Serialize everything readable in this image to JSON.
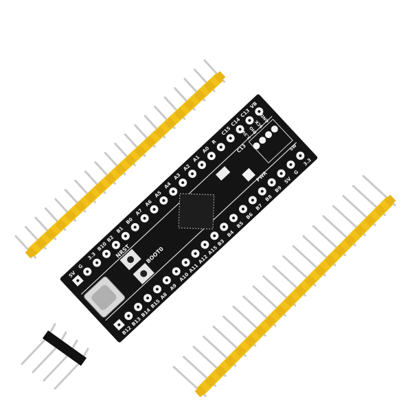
{
  "colors": {
    "board": "#141414",
    "header": "#f2c21b",
    "pin": "#c9c9c9",
    "pad": "#f4f4f4",
    "background": "#ffffff"
  },
  "board": {
    "top_row_labels": [
      "5V",
      "G",
      "3.3",
      "B10",
      "B2",
      "B1",
      "B0",
      "A7",
      "A6",
      "A5",
      "A4",
      "A3",
      "A2",
      "A1",
      "A0",
      "R",
      "C15",
      "C14",
      "C13",
      "VB"
    ],
    "bottom_row_labels": [
      "B12",
      "B13",
      "B14",
      "B15",
      "A8",
      "A9",
      "A10",
      "A11",
      "A12",
      "A15",
      "B3",
      "B4",
      "B5",
      "B6",
      "B7",
      "B8",
      "B9",
      "5V",
      "G",
      "3.3"
    ],
    "nrst_label": "NRST",
    "boot0_label": "BOOT0",
    "pwr_label": "PWR",
    "c13_label": "C13",
    "swd_labels": [
      "GND",
      "SCK",
      "DIO",
      "3.3V"
    ],
    "sw_label": "SW"
  },
  "headers": {
    "long_pin_count": 20,
    "short_pin_count": 4
  }
}
